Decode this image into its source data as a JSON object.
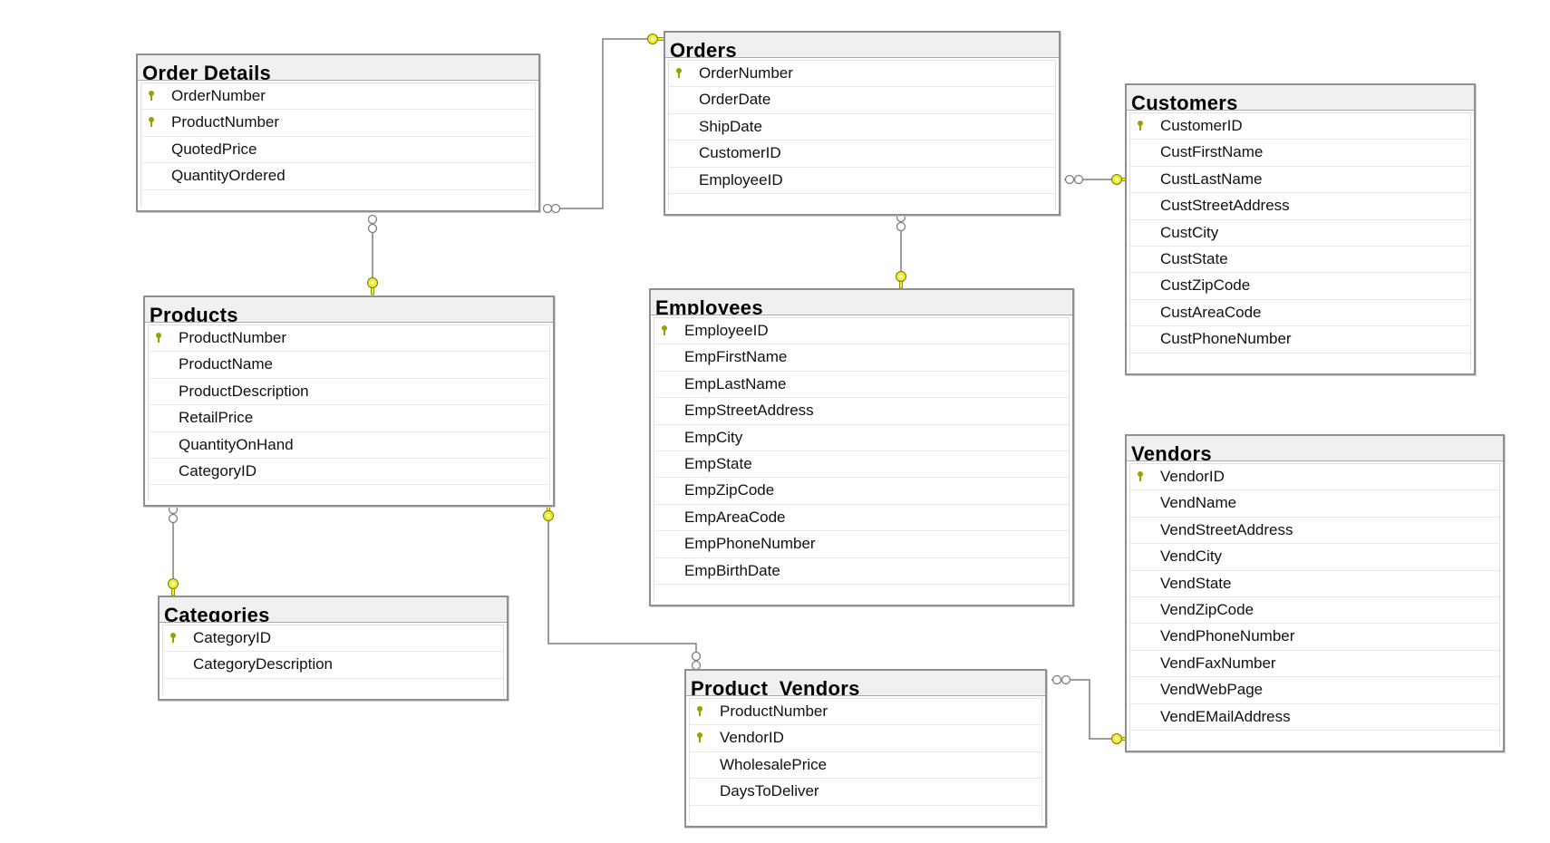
{
  "tables": [
    {
      "id": "order_details",
      "title": "Order Details",
      "fields": [
        {
          "name": "OrderNumber",
          "pk": true
        },
        {
          "name": "ProductNumber",
          "pk": true
        },
        {
          "name": "QuotedPrice",
          "pk": false
        },
        {
          "name": "QuantityOrdered",
          "pk": false
        }
      ]
    },
    {
      "id": "orders",
      "title": "Orders",
      "fields": [
        {
          "name": "OrderNumber",
          "pk": true
        },
        {
          "name": "OrderDate",
          "pk": false
        },
        {
          "name": "ShipDate",
          "pk": false
        },
        {
          "name": "CustomerID",
          "pk": false
        },
        {
          "name": "EmployeeID",
          "pk": false
        }
      ]
    },
    {
      "id": "customers",
      "title": "Customers",
      "fields": [
        {
          "name": "CustomerID",
          "pk": true
        },
        {
          "name": "CustFirstName",
          "pk": false
        },
        {
          "name": "CustLastName",
          "pk": false
        },
        {
          "name": "CustStreetAddress",
          "pk": false
        },
        {
          "name": "CustCity",
          "pk": false
        },
        {
          "name": "CustState",
          "pk": false
        },
        {
          "name": "CustZipCode",
          "pk": false
        },
        {
          "name": "CustAreaCode",
          "pk": false
        },
        {
          "name": "CustPhoneNumber",
          "pk": false
        }
      ]
    },
    {
      "id": "products",
      "title": "Products",
      "fields": [
        {
          "name": "ProductNumber",
          "pk": true
        },
        {
          "name": "ProductName",
          "pk": false
        },
        {
          "name": "ProductDescription",
          "pk": false
        },
        {
          "name": "RetailPrice",
          "pk": false
        },
        {
          "name": "QuantityOnHand",
          "pk": false
        },
        {
          "name": "CategoryID",
          "pk": false
        }
      ]
    },
    {
      "id": "employees",
      "title": "Employees",
      "fields": [
        {
          "name": "EmployeeID",
          "pk": true
        },
        {
          "name": "EmpFirstName",
          "pk": false
        },
        {
          "name": "EmpLastName",
          "pk": false
        },
        {
          "name": "EmpStreetAddress",
          "pk": false
        },
        {
          "name": "EmpCity",
          "pk": false
        },
        {
          "name": "EmpState",
          "pk": false
        },
        {
          "name": "EmpZipCode",
          "pk": false
        },
        {
          "name": "EmpAreaCode",
          "pk": false
        },
        {
          "name": "EmpPhoneNumber",
          "pk": false
        },
        {
          "name": "EmpBirthDate",
          "pk": false
        }
      ]
    },
    {
      "id": "vendors",
      "title": "Vendors",
      "fields": [
        {
          "name": "VendorID",
          "pk": true
        },
        {
          "name": "VendName",
          "pk": false
        },
        {
          "name": "VendStreetAddress",
          "pk": false
        },
        {
          "name": "VendCity",
          "pk": false
        },
        {
          "name": "VendState",
          "pk": false
        },
        {
          "name": "VendZipCode",
          "pk": false
        },
        {
          "name": "VendPhoneNumber",
          "pk": false
        },
        {
          "name": "VendFaxNumber",
          "pk": false
        },
        {
          "name": "VendWebPage",
          "pk": false
        },
        {
          "name": "VendEMailAddress",
          "pk": false
        }
      ]
    },
    {
      "id": "categories",
      "title": "Categories",
      "fields": [
        {
          "name": "CategoryID",
          "pk": true
        },
        {
          "name": "CategoryDescription",
          "pk": false
        }
      ]
    },
    {
      "id": "product_vendors",
      "title": "Product_Vendors",
      "fields": [
        {
          "name": "ProductNumber",
          "pk": true
        },
        {
          "name": "VendorID",
          "pk": true
        },
        {
          "name": "WholesalePrice",
          "pk": false
        },
        {
          "name": "DaysToDeliver",
          "pk": false
        }
      ]
    }
  ],
  "relationships": [
    {
      "name": "order-details-to-orders",
      "many": "order_details",
      "one": "orders"
    },
    {
      "name": "order-details-to-products",
      "many": "order_details",
      "one": "products"
    },
    {
      "name": "orders-to-customers",
      "many": "orders",
      "one": "customers"
    },
    {
      "name": "orders-to-employees",
      "many": "orders",
      "one": "employees"
    },
    {
      "name": "products-to-categories",
      "many": "products",
      "one": "categories"
    },
    {
      "name": "product-vendors-to-products",
      "many": "product_vendors",
      "one": "products"
    },
    {
      "name": "product-vendors-to-vendors",
      "many": "product_vendors",
      "one": "vendors"
    }
  ],
  "colors": {
    "key": "#f2ec2a",
    "key_outline": "#7a7a00",
    "pk_icon": "#9aa000",
    "line": "#7d7d7d",
    "border": "#8f8f8f"
  }
}
